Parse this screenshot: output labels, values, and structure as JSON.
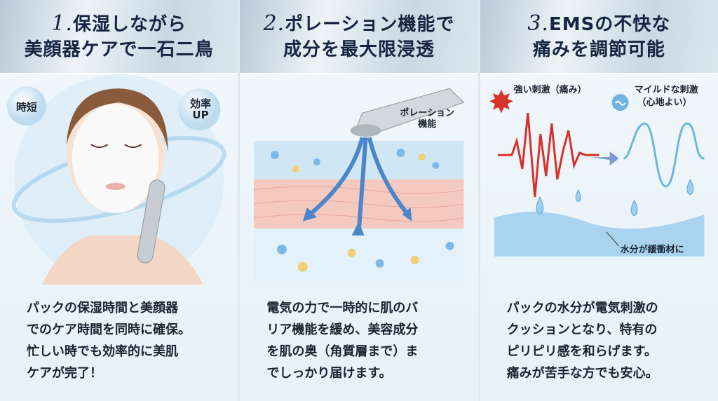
{
  "panels": [
    {
      "number": "1.",
      "title_line1": "保湿しながら",
      "title_line2": "美顔器ケアで一石二鳥",
      "bubbles": [
        "時短",
        "効率\nUP"
      ],
      "body": [
        "パックの保湿時間と美顔器",
        "でのケア時間を同時に確保。",
        "忙しい時でも効率的に美肌",
        "ケアが完了！"
      ]
    },
    {
      "number": "2.",
      "title_line1": "ポレーション機能で",
      "title_line2": "成分を最大限浸透",
      "label": "ポレーション\n機能",
      "body": [
        "電気の力で一時的に肌のバ",
        "リア機能を緩め、美容成分",
        "を肌の奥（角質層まで）ま",
        "でしっかり届けます。"
      ]
    },
    {
      "number": "3.",
      "title_line1": "EMSの不快な",
      "title_line2": "痛みを調節可能",
      "legend_strong": "強い刺激（痛み）",
      "legend_mild_1": "マイルドな刺激",
      "legend_mild_2": "（心地よい）",
      "water_label": "水分が緩衝材に",
      "body": [
        "パックの水分が電気刺激の",
        "クッションとなり、特有の",
        "ピリピリ感を和らげます。",
        "痛みが苦手な方でも安心。"
      ]
    }
  ]
}
